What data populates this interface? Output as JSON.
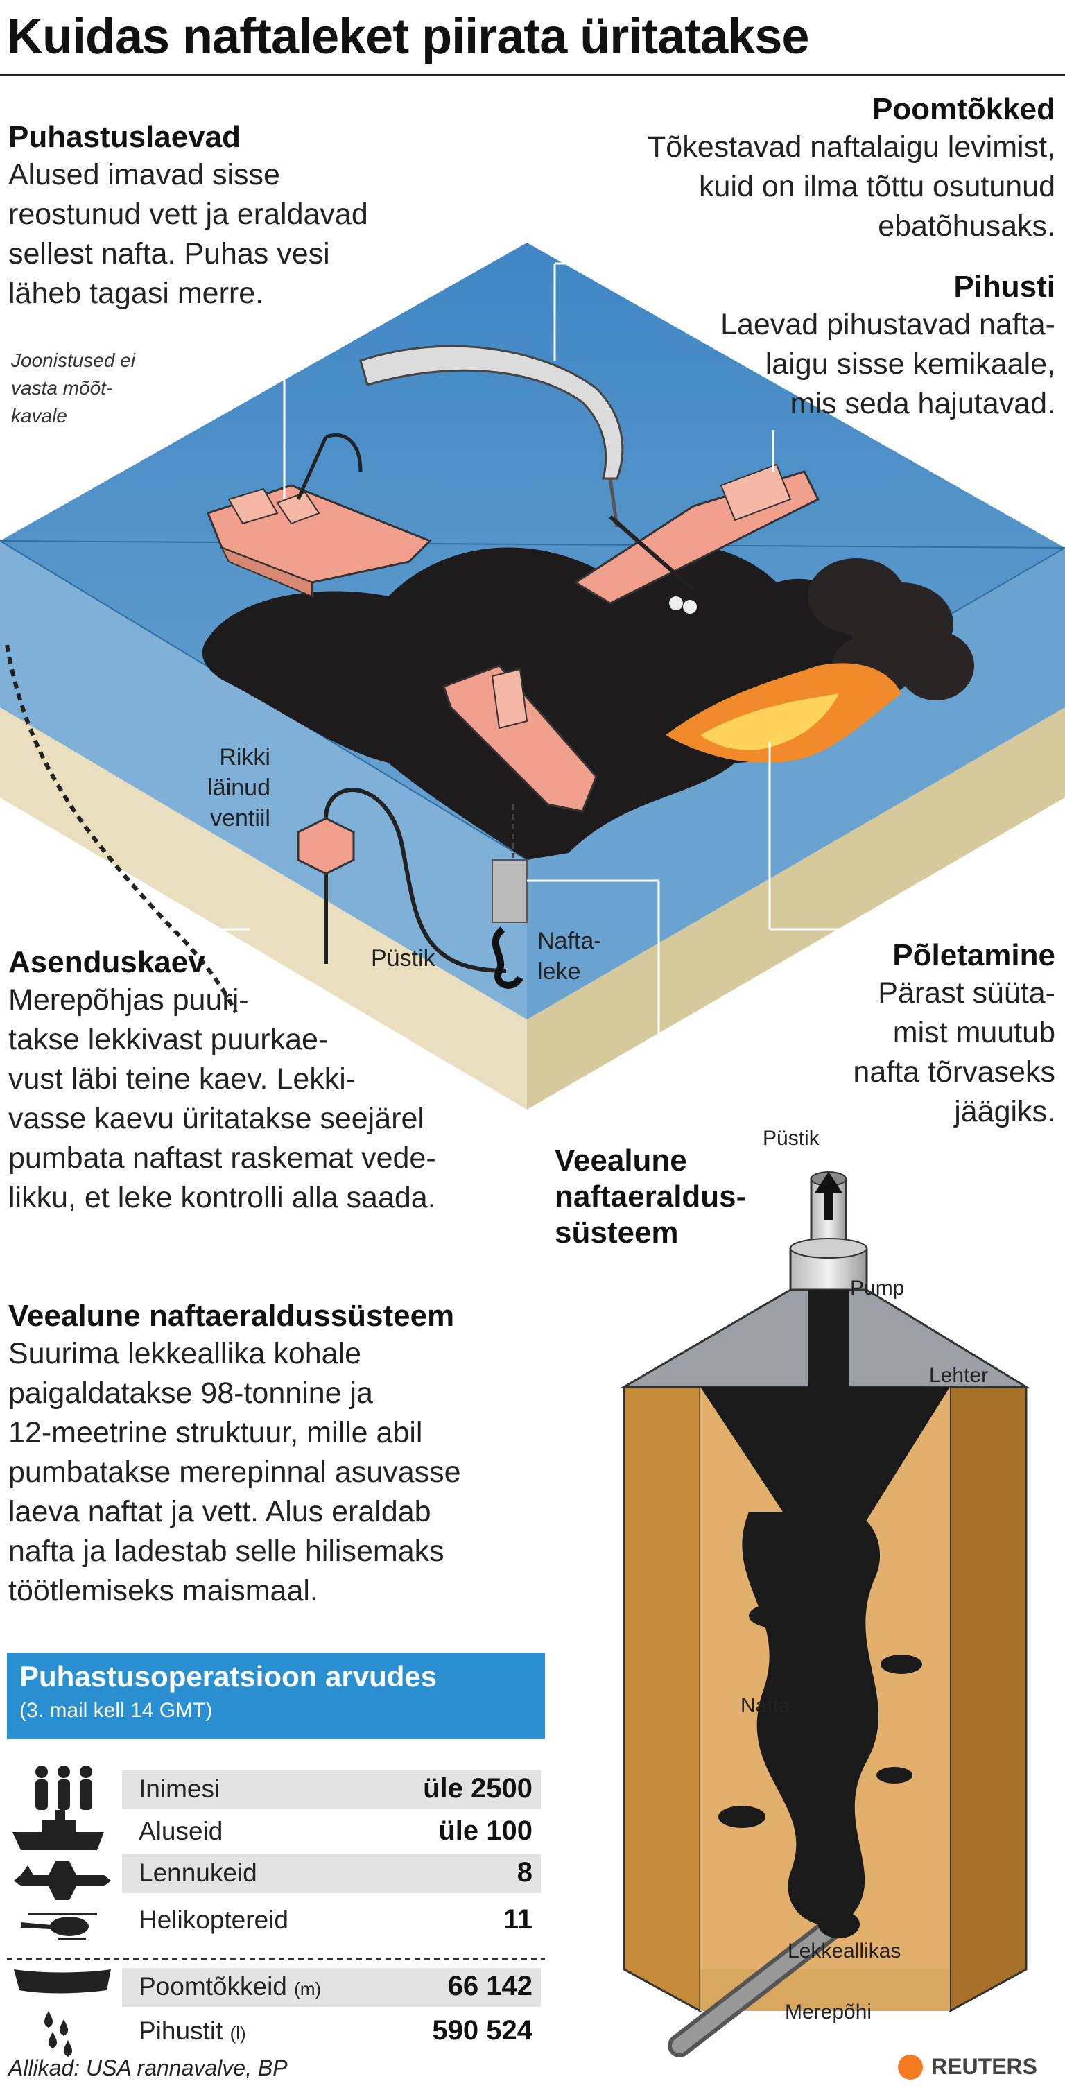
{
  "title": "Kuidas naftaleket piirata üritatakse",
  "sections": {
    "cleanup_ships": {
      "heading": "Puhastuslaevad",
      "lines": [
        "Alused imavad sisse",
        "reostunud vett ja eraldavad",
        "sellest nafta. Puhas vesi",
        "läheb tagasi merre."
      ]
    },
    "booms": {
      "heading": "Poomtõkked",
      "lines": [
        "Tõkestavad naftalaigu levimist,",
        "kuid on ilma tõttu osutunud",
        "ebatõhusaks."
      ]
    },
    "sprayer": {
      "heading": "Pihusti",
      "lines": [
        "Laevad pihustavad nafta-",
        "laigu sisse kemikaale,",
        "mis seda hajutavad."
      ]
    },
    "relief_well": {
      "heading": "Asenduskaev",
      "lines": [
        "Merepõhjas puuri-",
        "takse lekkivast puurkae-",
        "vust läbi teine kaev. Lekki-",
        "vasse kaevu üritatakse seejärel",
        "pumbata naftast raskemat vede-",
        "likku, et leke kontrolli alla saada."
      ]
    },
    "burning": {
      "heading": "Põletamine",
      "lines": [
        "Pärast süüta-",
        "mist muutub",
        "nafta tõrvaseks",
        "jäägiks."
      ]
    },
    "subsea_callout": {
      "lines": [
        "Veealune",
        "naftaeraldus-",
        "süsteem"
      ]
    },
    "subsea_system": {
      "heading": "Veealune naftaeraldussüsteem",
      "lines": [
        "Suurima lekkeallika kohale",
        "paigaldatakse 98-tonnine ja",
        "12-meetrine struktuur, mille abil",
        "pumbatakse merepinnal asuvasse",
        "laeva naftat ja vett. Alus eraldab",
        "nafta ja ladestab selle hilisemaks",
        "töötlemiseks maismaal."
      ]
    }
  },
  "scale_note": [
    "Joonistused ei",
    "vasta mõõt-",
    "kavale"
  ],
  "diagram_labels": {
    "valve": [
      "Rikki",
      "läinud",
      "ventiil"
    ],
    "riser": "Püstik",
    "leak": [
      "Nafta-",
      "leke"
    ]
  },
  "structure_labels": {
    "riser": "Püstik",
    "pump": "Pump",
    "funnel": "Lehter",
    "oil": "Nafta",
    "leak_source": "Lekkeallikas",
    "seabed": "Merepõhi"
  },
  "stats": {
    "title": "Puhastusoperatsioon arvudes",
    "subtitle": "(3. mail kell 14 GMT)",
    "rows": [
      {
        "label": "Inimesi",
        "value": "üle 2500",
        "unit": "",
        "icon": "people-icon"
      },
      {
        "label": "Aluseid",
        "value": "üle 100",
        "unit": "",
        "icon": "ship-icon"
      },
      {
        "label": "Lennukeid",
        "value": "8",
        "unit": "",
        "icon": "airplane-icon"
      },
      {
        "label": "Helikoptereid",
        "value": "11",
        "unit": "",
        "icon": "helicopter-icon"
      },
      {
        "label": "Poomtõkkeid",
        "value": "66 142",
        "unit": "(m)",
        "icon": "boom-icon"
      },
      {
        "label": "Pihustit",
        "value": "590 524",
        "unit": "(l)",
        "icon": "droplets-icon"
      }
    ]
  },
  "source": "Allikad: USA rannavalve, BP",
  "credit": "REUTERS",
  "colors": {
    "water": "#5b95c7",
    "water_top": "#4a87bd",
    "sand": "#e7dcb8",
    "oil": "#1d1b1b",
    "ship": "#f0a08c",
    "stats_header": "#2a8fd0",
    "shade": "#e3e3e3"
  }
}
